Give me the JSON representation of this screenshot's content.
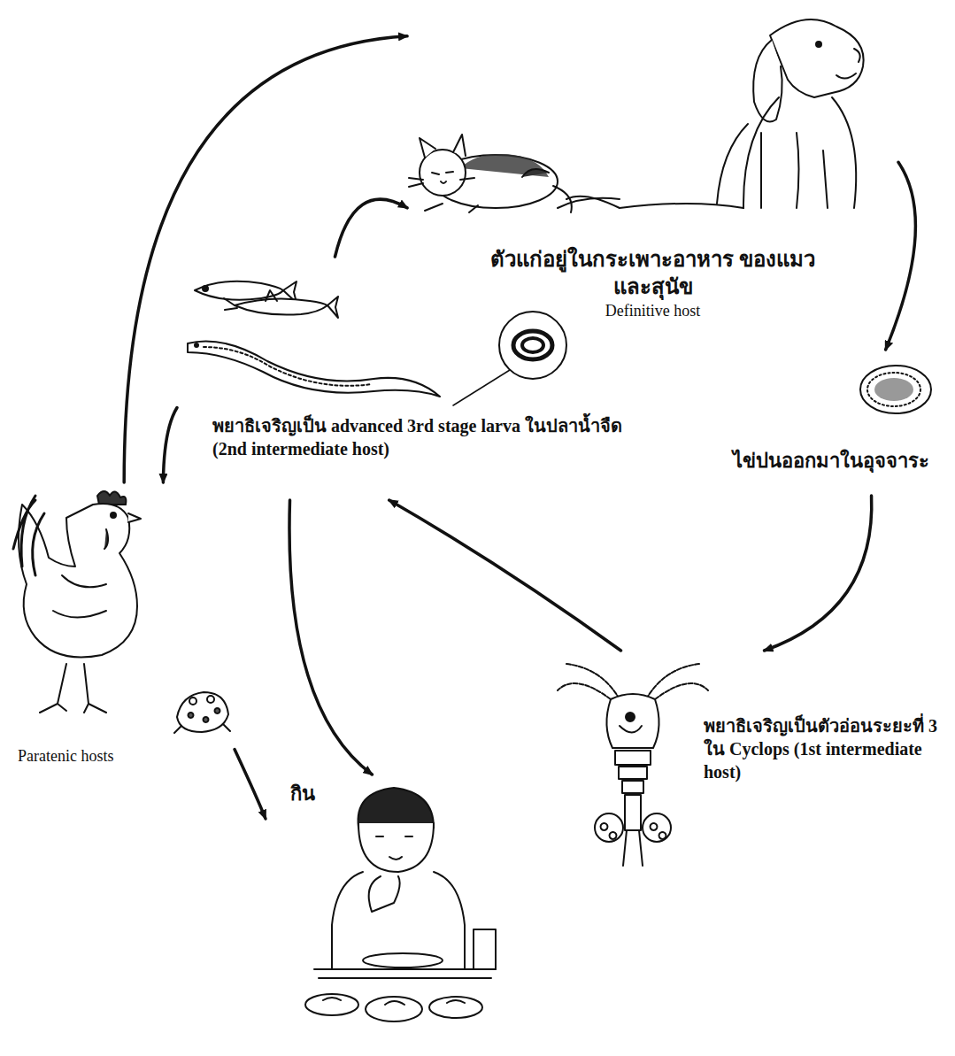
{
  "diagram": {
    "nodes": [
      {
        "text": [
          "ตัวแก่อยู่ในกระเพาะอาหาร ของแมวและสุนัข",
          "Definitive host"
        ]
      },
      {
        "text": [
          "ไข่ปนออกมาในอุจจาระ"
        ]
      },
      {
        "text": [
          "พยาธิเจริญเป็นตัวอ่อนระยะที่ 3 ใน Cyclops (1st intermediate host)"
        ]
      },
      {
        "text": [
          "พยาธิเจริญเป็น advanced 3rd stage larva ในปลาน้ำจืด (2nd intermediate host)"
        ]
      },
      {
        "text": [
          "Paratenic hosts"
        ]
      },
      {
        "text": [
          "กิน"
        ]
      }
    ],
    "edges": [
      {
        "from": 0,
        "to": 1,
        "arrow": "to"
      },
      {
        "from": 1,
        "to": 2,
        "arrow": "to"
      },
      {
        "from": 2,
        "to": 3,
        "arrow": "to"
      },
      {
        "from": 3,
        "to": 0,
        "arrow": "to"
      },
      {
        "from": 3,
        "to": 4,
        "arrow": "to"
      },
      {
        "from": 4,
        "to": 0,
        "arrow": "to"
      },
      {
        "from": 4,
        "to": 5,
        "arrow": "to"
      },
      {
        "from": 3,
        "to": 5,
        "arrow": "to"
      }
    ]
  }
}
